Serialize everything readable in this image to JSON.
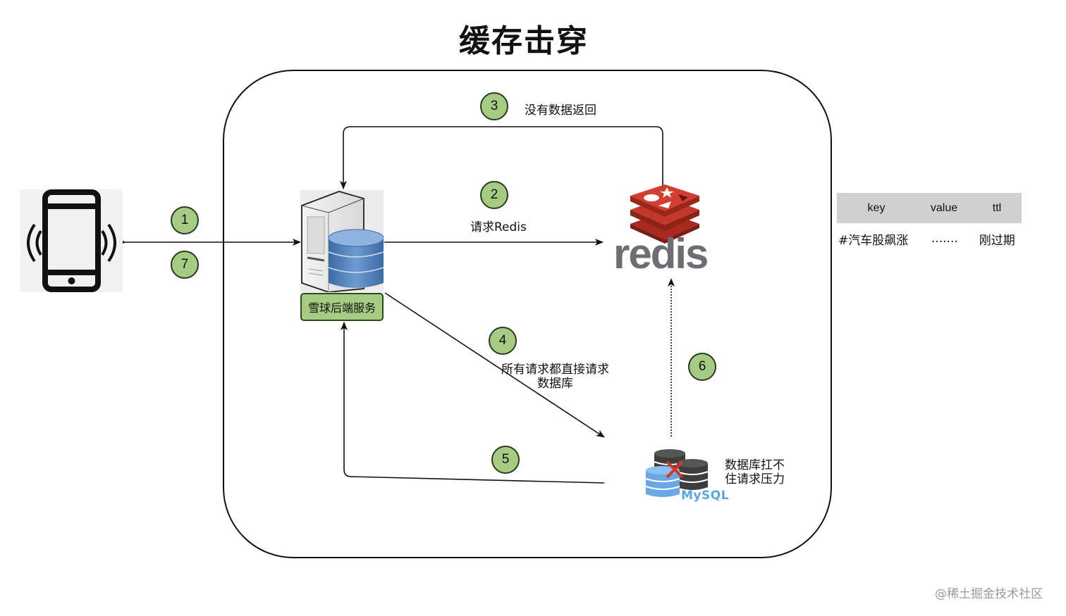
{
  "title": "缓存击穿",
  "nodes": {
    "client": {
      "icon": "smartphone-icon"
    },
    "backend": {
      "icon": "server-database-icon",
      "label": "雪球后端服务"
    },
    "cache": {
      "icon": "redis-logo",
      "label": "redis"
    },
    "database": {
      "icon": "mysql-cluster-icon",
      "label": "MySQL",
      "status_icon": "red-x-icon",
      "note_line1": "数据库扛不",
      "note_line2": "住请求压力"
    }
  },
  "steps": [
    {
      "num": "1",
      "label": ""
    },
    {
      "num": "2",
      "label": "请求Redis"
    },
    {
      "num": "3",
      "label": "没有数据返回"
    },
    {
      "num": "4",
      "label_line1": "所有请求都直接请求",
      "label_line2": "数据库"
    },
    {
      "num": "5",
      "label": ""
    },
    {
      "num": "6",
      "label": ""
    },
    {
      "num": "7",
      "label": ""
    }
  ],
  "cache_table": {
    "headers": [
      "key",
      "value",
      "ttl"
    ],
    "rows": [
      [
        "#汽车股飙涨",
        ".......",
        "刚过期"
      ]
    ]
  },
  "colors": {
    "badge_fill": "#a5cc82",
    "service_fill": "#a5cc82",
    "redis_red": "#c0392b",
    "redis_gray": "#6d6e71",
    "mysql_blue": "#5aa7e0",
    "table_header": "#d0d0d0"
  },
  "watermark": "@稀土掘金技术社区"
}
